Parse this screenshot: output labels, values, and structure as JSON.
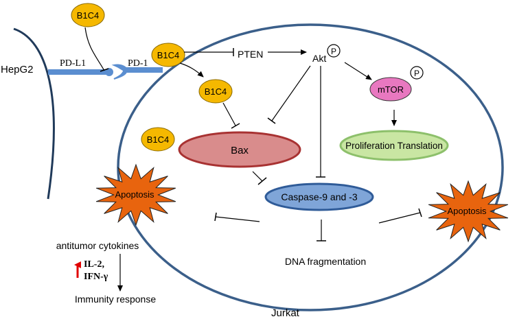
{
  "labels": {
    "hepg2": "HepG2",
    "jurkat": "Jurkat",
    "pdl1": "PD-L1",
    "pd1": "PD-1",
    "b1c4": "B1C4",
    "pten": "PTEN",
    "akt": "Akt",
    "phospho": "P",
    "mtor": "mTOR",
    "bax": "Bax",
    "caspase": "Caspase-9 and -3",
    "proliferation": "Proliferation Translation",
    "apoptosis": "Apoptosis",
    "dna_fragmentation": "DNA fragmentation",
    "antitumor_cytokines": "antitumor cytokines",
    "il2": "IL-2,",
    "ifn": "IFN-γ",
    "immunity_response": "Immunity response"
  },
  "colors": {
    "cell_border": "#3b5f8a",
    "receptor": "#5b8ed0",
    "b1c4_fill": "#f5b800",
    "bax_fill": "#d98c8c",
    "bax_border": "#a83232",
    "caspase_fill": "#7fa5d8",
    "caspase_border": "#2f5b98",
    "mtor_fill": "#e878c0",
    "proliferation_fill": "#c9e6a3",
    "proliferation_border": "#8dc06b",
    "apoptosis_fill": "#e8640e",
    "up_arrow": "#e00000"
  }
}
